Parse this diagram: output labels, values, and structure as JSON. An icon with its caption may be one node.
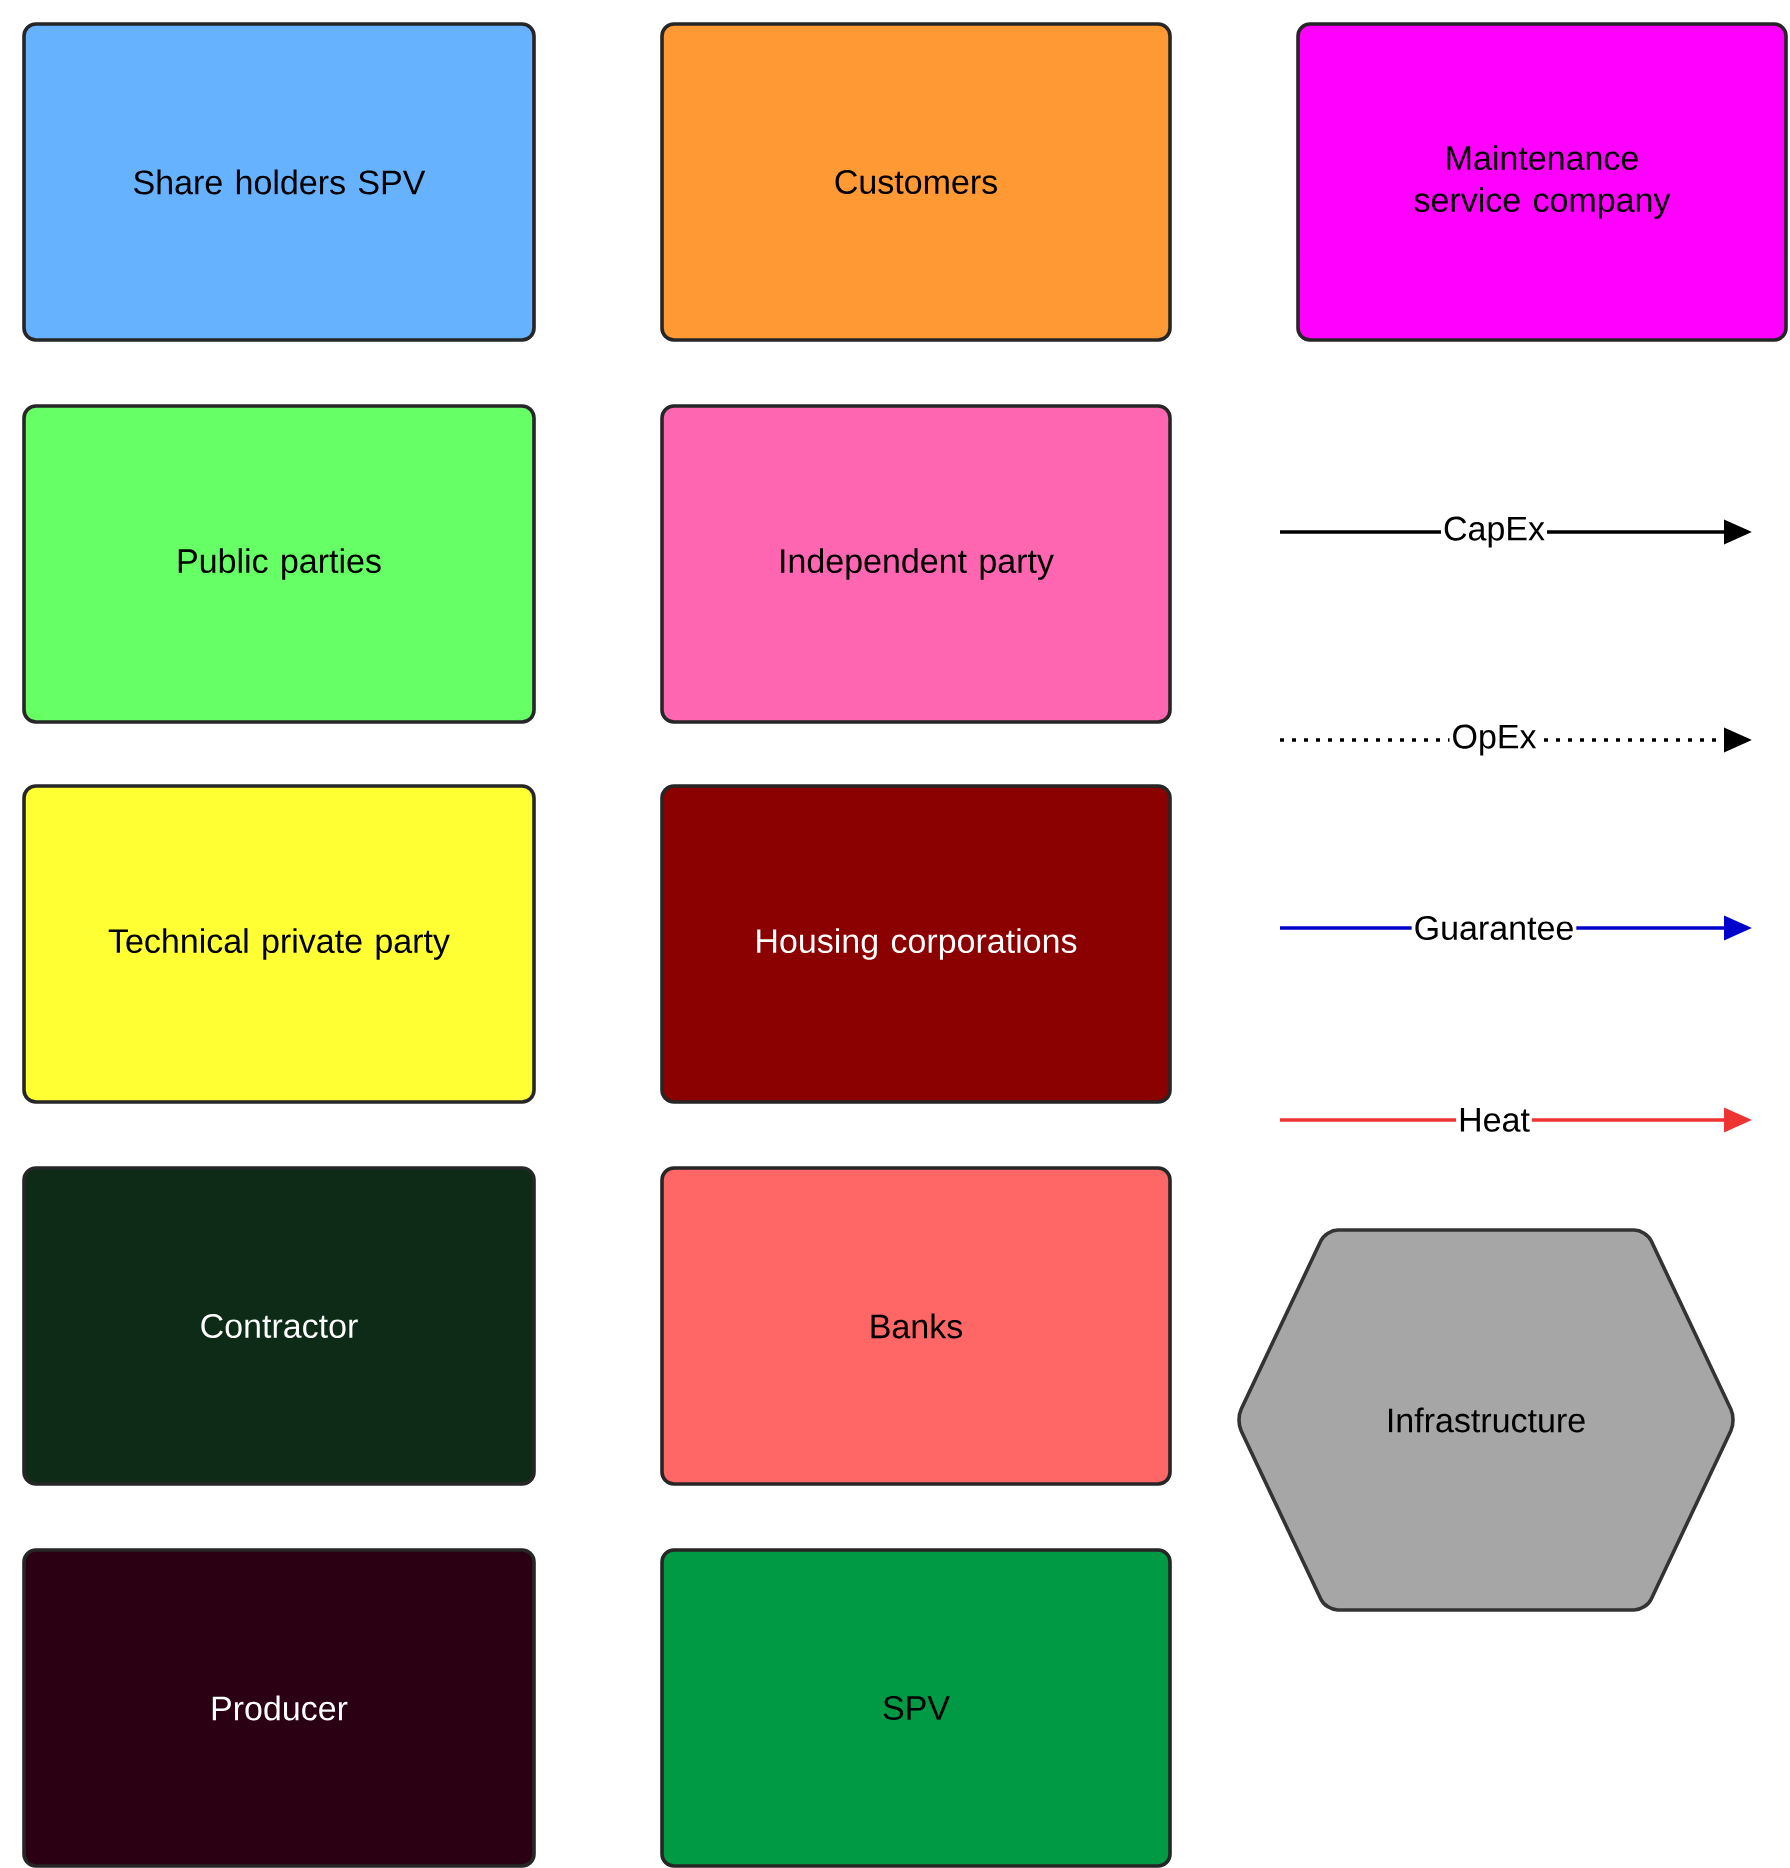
{
  "diagram": {
    "nodes": [
      {
        "text": [
          "Share holders SPV"
        ]
      },
      {
        "text": [
          "Customers"
        ]
      },
      {
        "text": [
          "Maintenance service company"
        ]
      },
      {
        "text": [
          "Public parties"
        ]
      },
      {
        "text": [
          "Independent party"
        ]
      },
      {
        "text": [
          "Technical private party"
        ]
      },
      {
        "text": [
          "Housing corporations"
        ]
      },
      {
        "text": [
          "Contractor"
        ]
      },
      {
        "text": [
          "Banks"
        ]
      },
      {
        "text": [
          "Infrastructure"
        ]
      },
      {
        "text": [
          "Producer"
        ]
      },
      {
        "text": [
          "SPV"
        ]
      }
    ],
    "legend": [
      {
        "text": "CapEx"
      },
      {
        "text": "OpEx"
      },
      {
        "text": "Guarantee"
      },
      {
        "text": "Heat"
      }
    ]
  }
}
